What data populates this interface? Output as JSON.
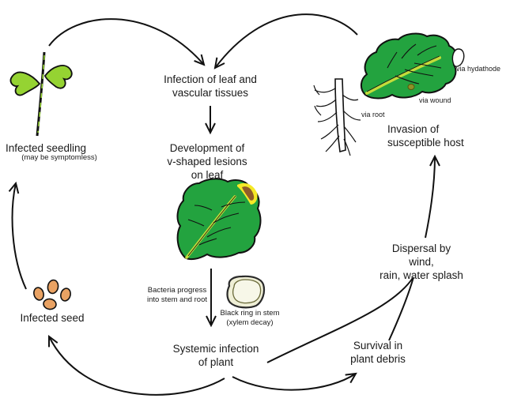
{
  "diagram": {
    "labels": {
      "infected_seedling": "Infected seedling",
      "seedling_note": "(may be symptomless)",
      "infection_leaf": "Infection of leaf and\nvascular tissues",
      "development": "Development of\nv-shaped lesions\non leaf",
      "bacteria_progress": "Bacteria progress\ninto stem and root",
      "black_ring": "Black ring in stem\n(xylem decay)",
      "systemic": "Systemic infection\nof plant",
      "infected_seed": "Infected seed",
      "survival": "Survival in\nplant debris",
      "dispersal": "Dispersal by wind,\nrain, water splash",
      "invasion": "Invasion of\nsusceptible host",
      "via_hydathode": "via hydathode",
      "via_wound": "via wound",
      "via_root": "via root"
    },
    "colors": {
      "leaf_green": "#23a33f",
      "seedling_green": "#95d332",
      "midrib_green": "#c3dc3b",
      "lesion_yellow": "#f5e927",
      "lesion_brown": "#8f5b2a",
      "seed_orange": "#e9a263",
      "stem_fill": "#efefd6",
      "stem_inner": "#f7f7e8",
      "ring_stroke": "#6b6b3a",
      "wound_olive": "#8f9226",
      "line": "#111111",
      "background": "#ffffff"
    }
  }
}
